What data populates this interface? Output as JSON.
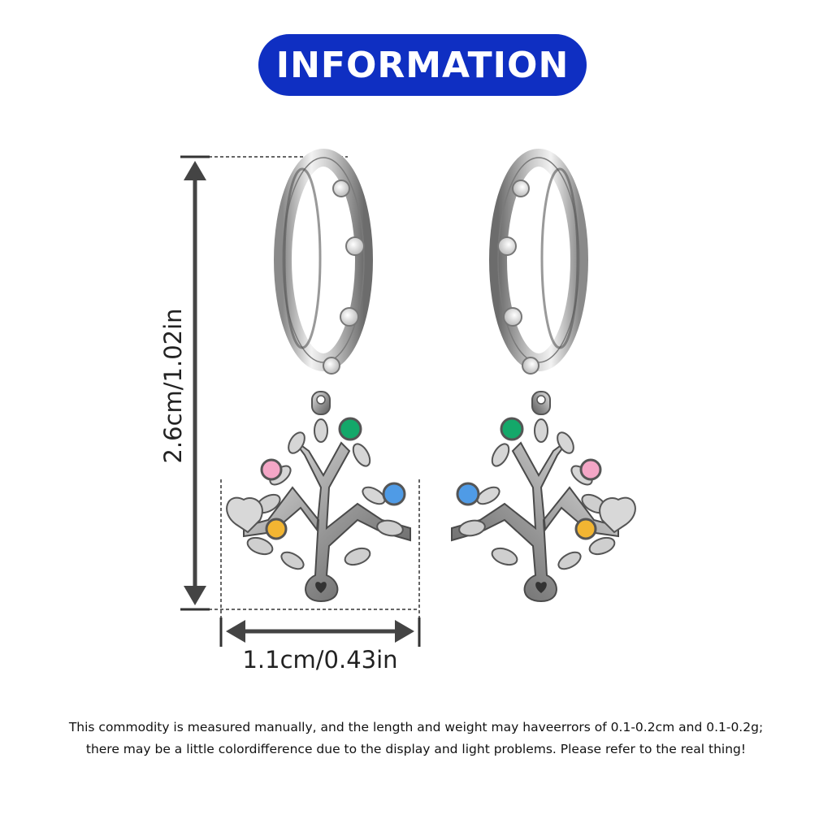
{
  "banner": {
    "title": "INFORMATION"
  },
  "dimensions": {
    "height_label": "2.6cm/1.02in",
    "width_label": "1.1cm/0.43in"
  },
  "disclaimer": {
    "line1": "This commodity is measured manually, and the length and weight may haveerrors of 0.1-0.2cm and 0.1-0.2g;",
    "line2": "there may be a little colordifference due to the display and light problems. Please refer to the real thing!"
  },
  "colors": {
    "banner_bg": "#0f2fc2",
    "stone_green": "#14a86a",
    "stone_pink": "#f4a6c6",
    "stone_blue": "#4f9be6",
    "stone_yellow": "#f2b532",
    "metal": "#b9b9b9"
  }
}
